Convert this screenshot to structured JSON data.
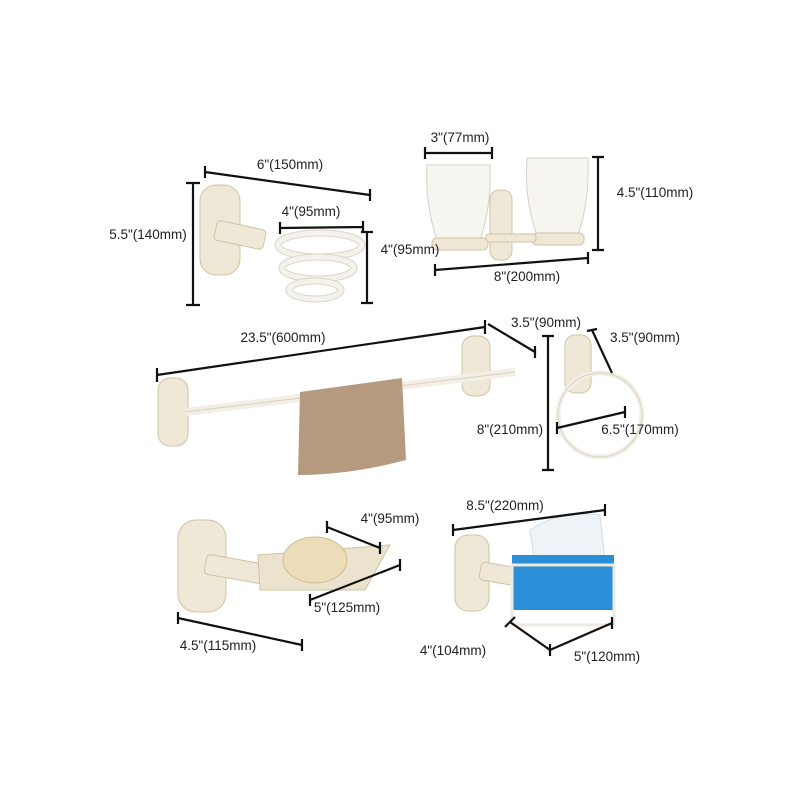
{
  "colors": {
    "background": "#ffffff",
    "ivory": "#efe8d6",
    "towel": "#b59a80",
    "tissue": "#2a8fd6",
    "dimension_line": "#111111"
  },
  "products": {
    "hair_dryer_holder": {
      "width": "6\"(150mm)",
      "height": "5.5\"(140mm)",
      "coil_width": "4\"(95mm)",
      "coil_height": "4\"(95mm)"
    },
    "tumbler_holder": {
      "cup_width": "3\"(77mm)",
      "height": "4.5\"(110mm)",
      "width": "8\"(200mm)"
    },
    "towel_bar": {
      "length": "23.5\"(600mm)",
      "depth": "3.5\"(90mm)"
    },
    "towel_ring": {
      "height": "8\"(210mm)",
      "depth": "3.5\"(90mm)",
      "diameter": "6.5\"(170mm)"
    },
    "soap_dish": {
      "dish_depth": "4\"(95mm)",
      "dish_width": "5\"(125mm)",
      "projection": "4.5\"(115mm)"
    },
    "tissue_holder": {
      "length": "8.5\"(220mm)",
      "depth": "4\"(104mm)",
      "width": "5\"(120mm)"
    }
  }
}
